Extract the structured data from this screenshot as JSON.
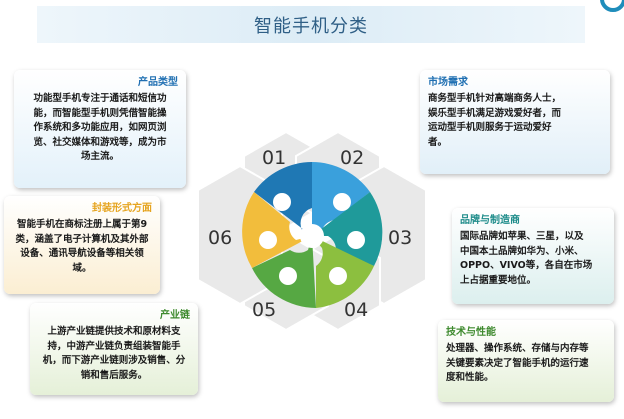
{
  "title": "智能手机分类",
  "hex_numbers": [
    "01",
    "02",
    "03",
    "04",
    "05",
    "06"
  ],
  "sections": {
    "product_type": {
      "heading": "产品类型",
      "lines": [
        "功能型手机专注于通话和短信功",
        "能，而智能型手机则凭借智能操",
        "作系统和多功能应用，如网页浏",
        "览、社交媒体和游戏等，成为市",
        "场主流。"
      ]
    },
    "packaging": {
      "heading": "封装形式方面",
      "lines": [
        "智能手机在商标注册上属于第9",
        "类，涵盖了电子计算机及其外部",
        "设备、通讯导航设备等相关领",
        "域。"
      ]
    },
    "industry_chain": {
      "heading": "产业链",
      "lines": [
        "上游产业链提供技术和原材料支",
        "持，中游产业链负责组装智能手",
        "机，而下游产业链则涉及销售、分",
        "销和售后服务。"
      ]
    },
    "market_demand": {
      "heading": "市场需求",
      "lines": [
        "商务型手机针对高端商务人士，",
        "娱乐型手机满足游戏爱好者，而",
        "运动型手机则服务于运动爱好",
        "者。"
      ]
    },
    "brand_maker": {
      "heading": "品牌与制造商",
      "lines": [
        "国际品牌如苹果、三星，以及",
        "中国本土品牌如华为、小米、",
        "OPPO、VIVO等，各自在市场",
        "上占据重要地位。"
      ]
    },
    "tech_performance": {
      "heading": "技术与性能",
      "lines": [
        "处理器、操作系统、存储与内存等",
        "关键要素决定了智能手机的运行速",
        "度和性能。"
      ]
    }
  },
  "colors": {
    "blue_dark": "#1f78b4",
    "blue_light": "#3aa0dc",
    "teal": "#1f9a9a",
    "green_light": "#8cbf3f",
    "green_dark": "#56a843",
    "yellow": "#f2bd3c",
    "hex_gray": "#e9e9e9"
  }
}
